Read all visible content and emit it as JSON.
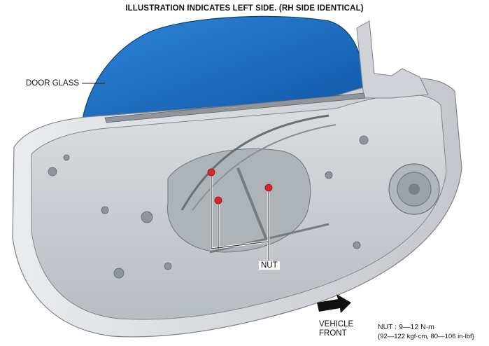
{
  "title": "ILLUSTRATION INDICATES LEFT SIDE. (RH SIDE IDENTICAL)",
  "labels": {
    "door_glass": "DOOR GLASS",
    "nut": "NUT",
    "vehicle_front_line1": "VEHICLE",
    "vehicle_front_line2": "FRONT"
  },
  "torque_spec": {
    "line1": "NUT : 9—12 N·m",
    "line2": "{92—122 kgf·cm, 80—106 in·lbf}"
  },
  "colors": {
    "glass": "#1f6fc4",
    "glass_dark": "#0d4f9a",
    "door_panel": "#c9cdd1",
    "door_shadow": "#9aa0a6",
    "nut": "#d9272e",
    "arrow": "#111111"
  },
  "icons": {
    "direction_arrow": "arrow-right-icon",
    "nut_marker": "nut-icon"
  }
}
